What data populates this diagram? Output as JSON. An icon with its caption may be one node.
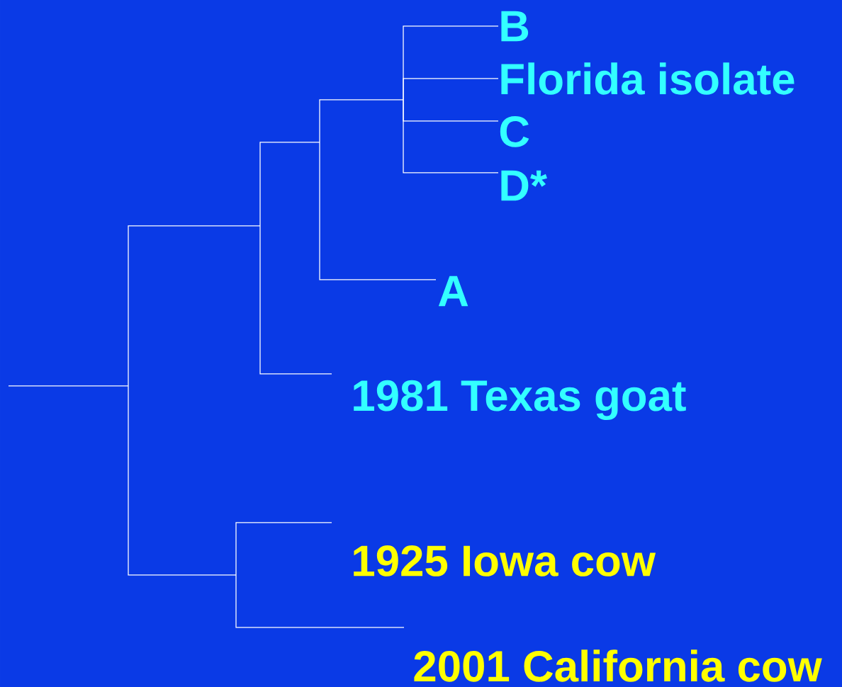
{
  "diagram": {
    "nodes": [
      {
        "text": [
          "B"
        ]
      },
      {
        "text": [
          "Florida isolate"
        ]
      },
      {
        "text": [
          "C"
        ]
      },
      {
        "text": [
          "D*"
        ]
      },
      {
        "text": [
          "A"
        ]
      },
      {
        "text": [
          "1981 Texas goat"
        ]
      },
      {
        "text": [
          "1925 Iowa cow"
        ]
      },
      {
        "text": [
          "2001 California cow"
        ]
      }
    ],
    "edges": [
      {
        "from": null,
        "to": 0,
        "arrow": "none"
      },
      {
        "from": null,
        "to": 1,
        "arrow": "none"
      },
      {
        "from": null,
        "to": 2,
        "arrow": "none"
      },
      {
        "from": null,
        "to": 3,
        "arrow": "none"
      },
      {
        "from": null,
        "to": 4,
        "arrow": "none"
      },
      {
        "from": null,
        "to": 5,
        "arrow": "none"
      },
      {
        "from": null,
        "to": 6,
        "arrow": "none"
      },
      {
        "from": null,
        "to": 7,
        "arrow": "none"
      }
    ]
  }
}
